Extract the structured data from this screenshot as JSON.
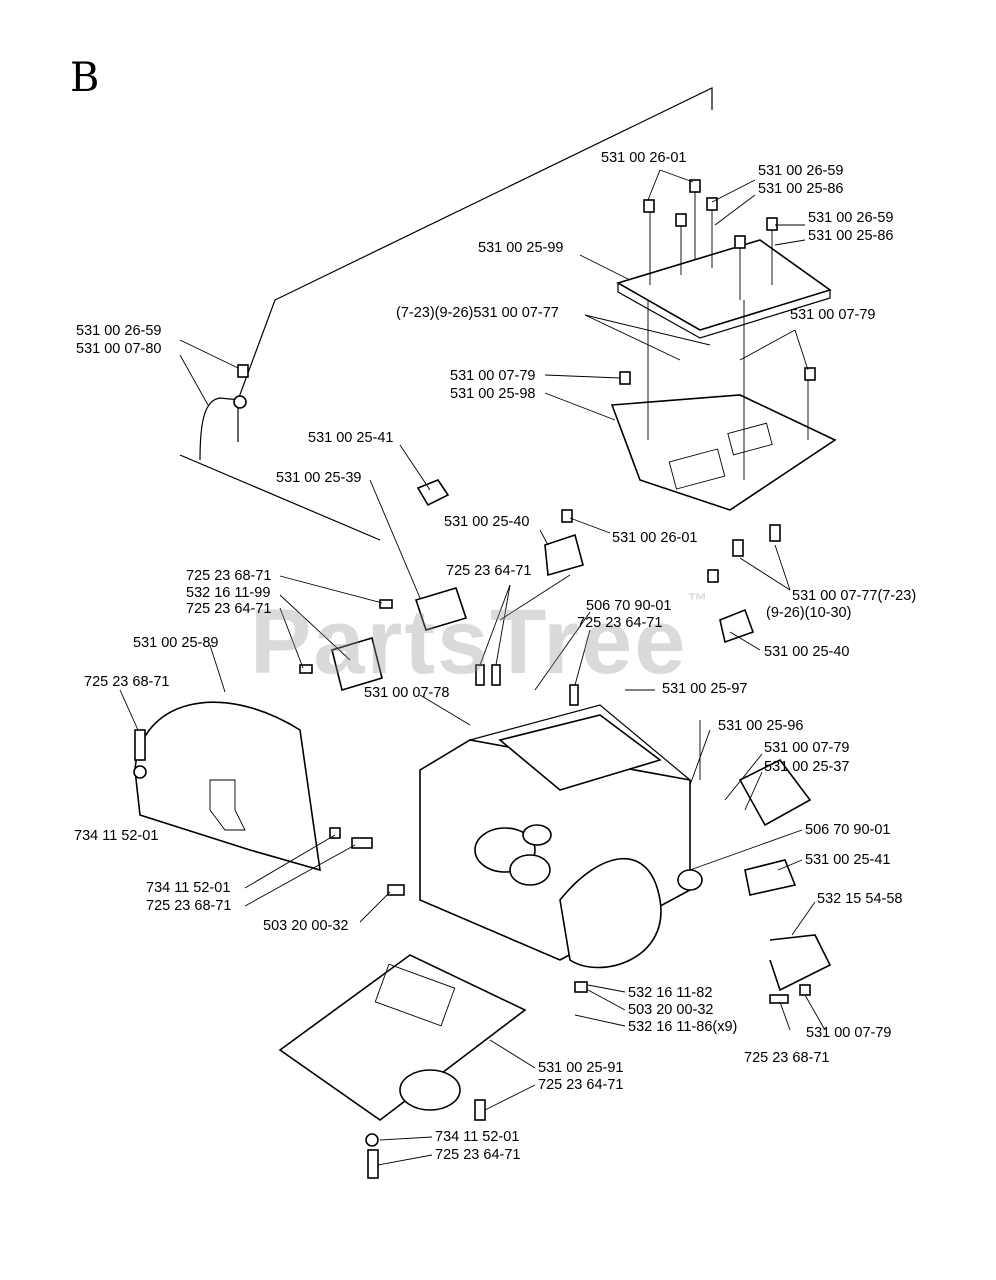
{
  "diagram": {
    "section_letter": "B",
    "watermark": "PartsTree",
    "watermark_tm": "™",
    "labels": [
      "531 00 26-01",
      "531 00 26-59",
      "531 00 25-86",
      "531 00 26-59",
      "531 00 25-86",
      "531 00 25-99",
      "(7-23)(9-26)531 00 07-77",
      "531 00 07-79",
      "531 00 26-59",
      "531 00 07-80",
      "531 00 07-79",
      "531 00 25-98",
      "531 00 25-41",
      "531 00 25-39",
      "531 00 25-40",
      "531 00 26-01",
      "725 23 68-71",
      "532 16 11-99",
      "725 23 64-71",
      "725 23 64-71",
      "531 00 07-77(7-23)",
      "(9-26)(10-30)",
      "506 70 90-01",
      "725 23 64-71",
      "531 00 25-40",
      "531 00 25-89",
      "531 00 25-97",
      "725 23 68-71",
      "531 00 07-78",
      "531 00 25-96",
      "531 00 07-79",
      "531 00 25-37",
      "734 11 52-01",
      "506 70 90-01",
      "531 00 25-41",
      "734 11 52-01",
      "725 23 68-71",
      "532 15 54-58",
      "503 20 00-32",
      "532 16 11-82",
      "503 20 00-32",
      "532 16 11-86(x9)",
      "531 00 07-79",
      "725 23 68-71",
      "531 00 25-91",
      "725 23 64-71",
      "734 11 52-01",
      "725 23 64-71"
    ]
  }
}
